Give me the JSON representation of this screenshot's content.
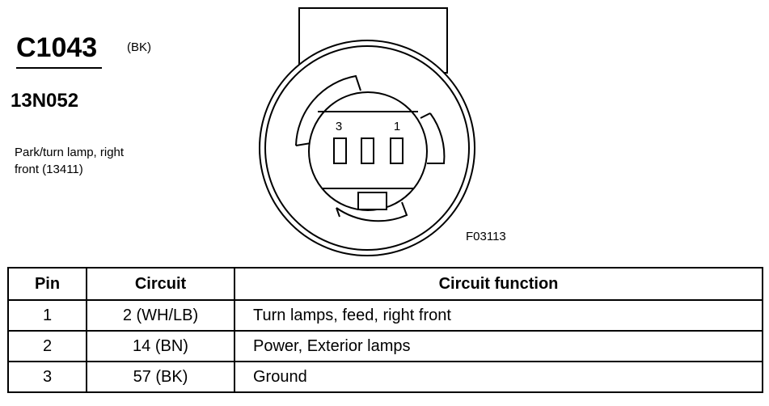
{
  "connector": {
    "id": "C1043",
    "color_code": "(BK)",
    "part_number": "13N052",
    "description_line1": "Park/turn lamp, right",
    "description_line2": "front (13411)"
  },
  "figure_code": "F03113",
  "pin_labels": {
    "left": "3",
    "right": "1"
  },
  "table": {
    "headers": [
      "Pin",
      "Circuit",
      "Circuit function"
    ],
    "rows": [
      [
        "1",
        "2 (WH/LB)",
        "Turn lamps, feed, right front"
      ],
      [
        "2",
        "14 (BN)",
        "Power, Exterior lamps"
      ],
      [
        "3",
        "57 (BK)",
        "Ground"
      ]
    ]
  }
}
